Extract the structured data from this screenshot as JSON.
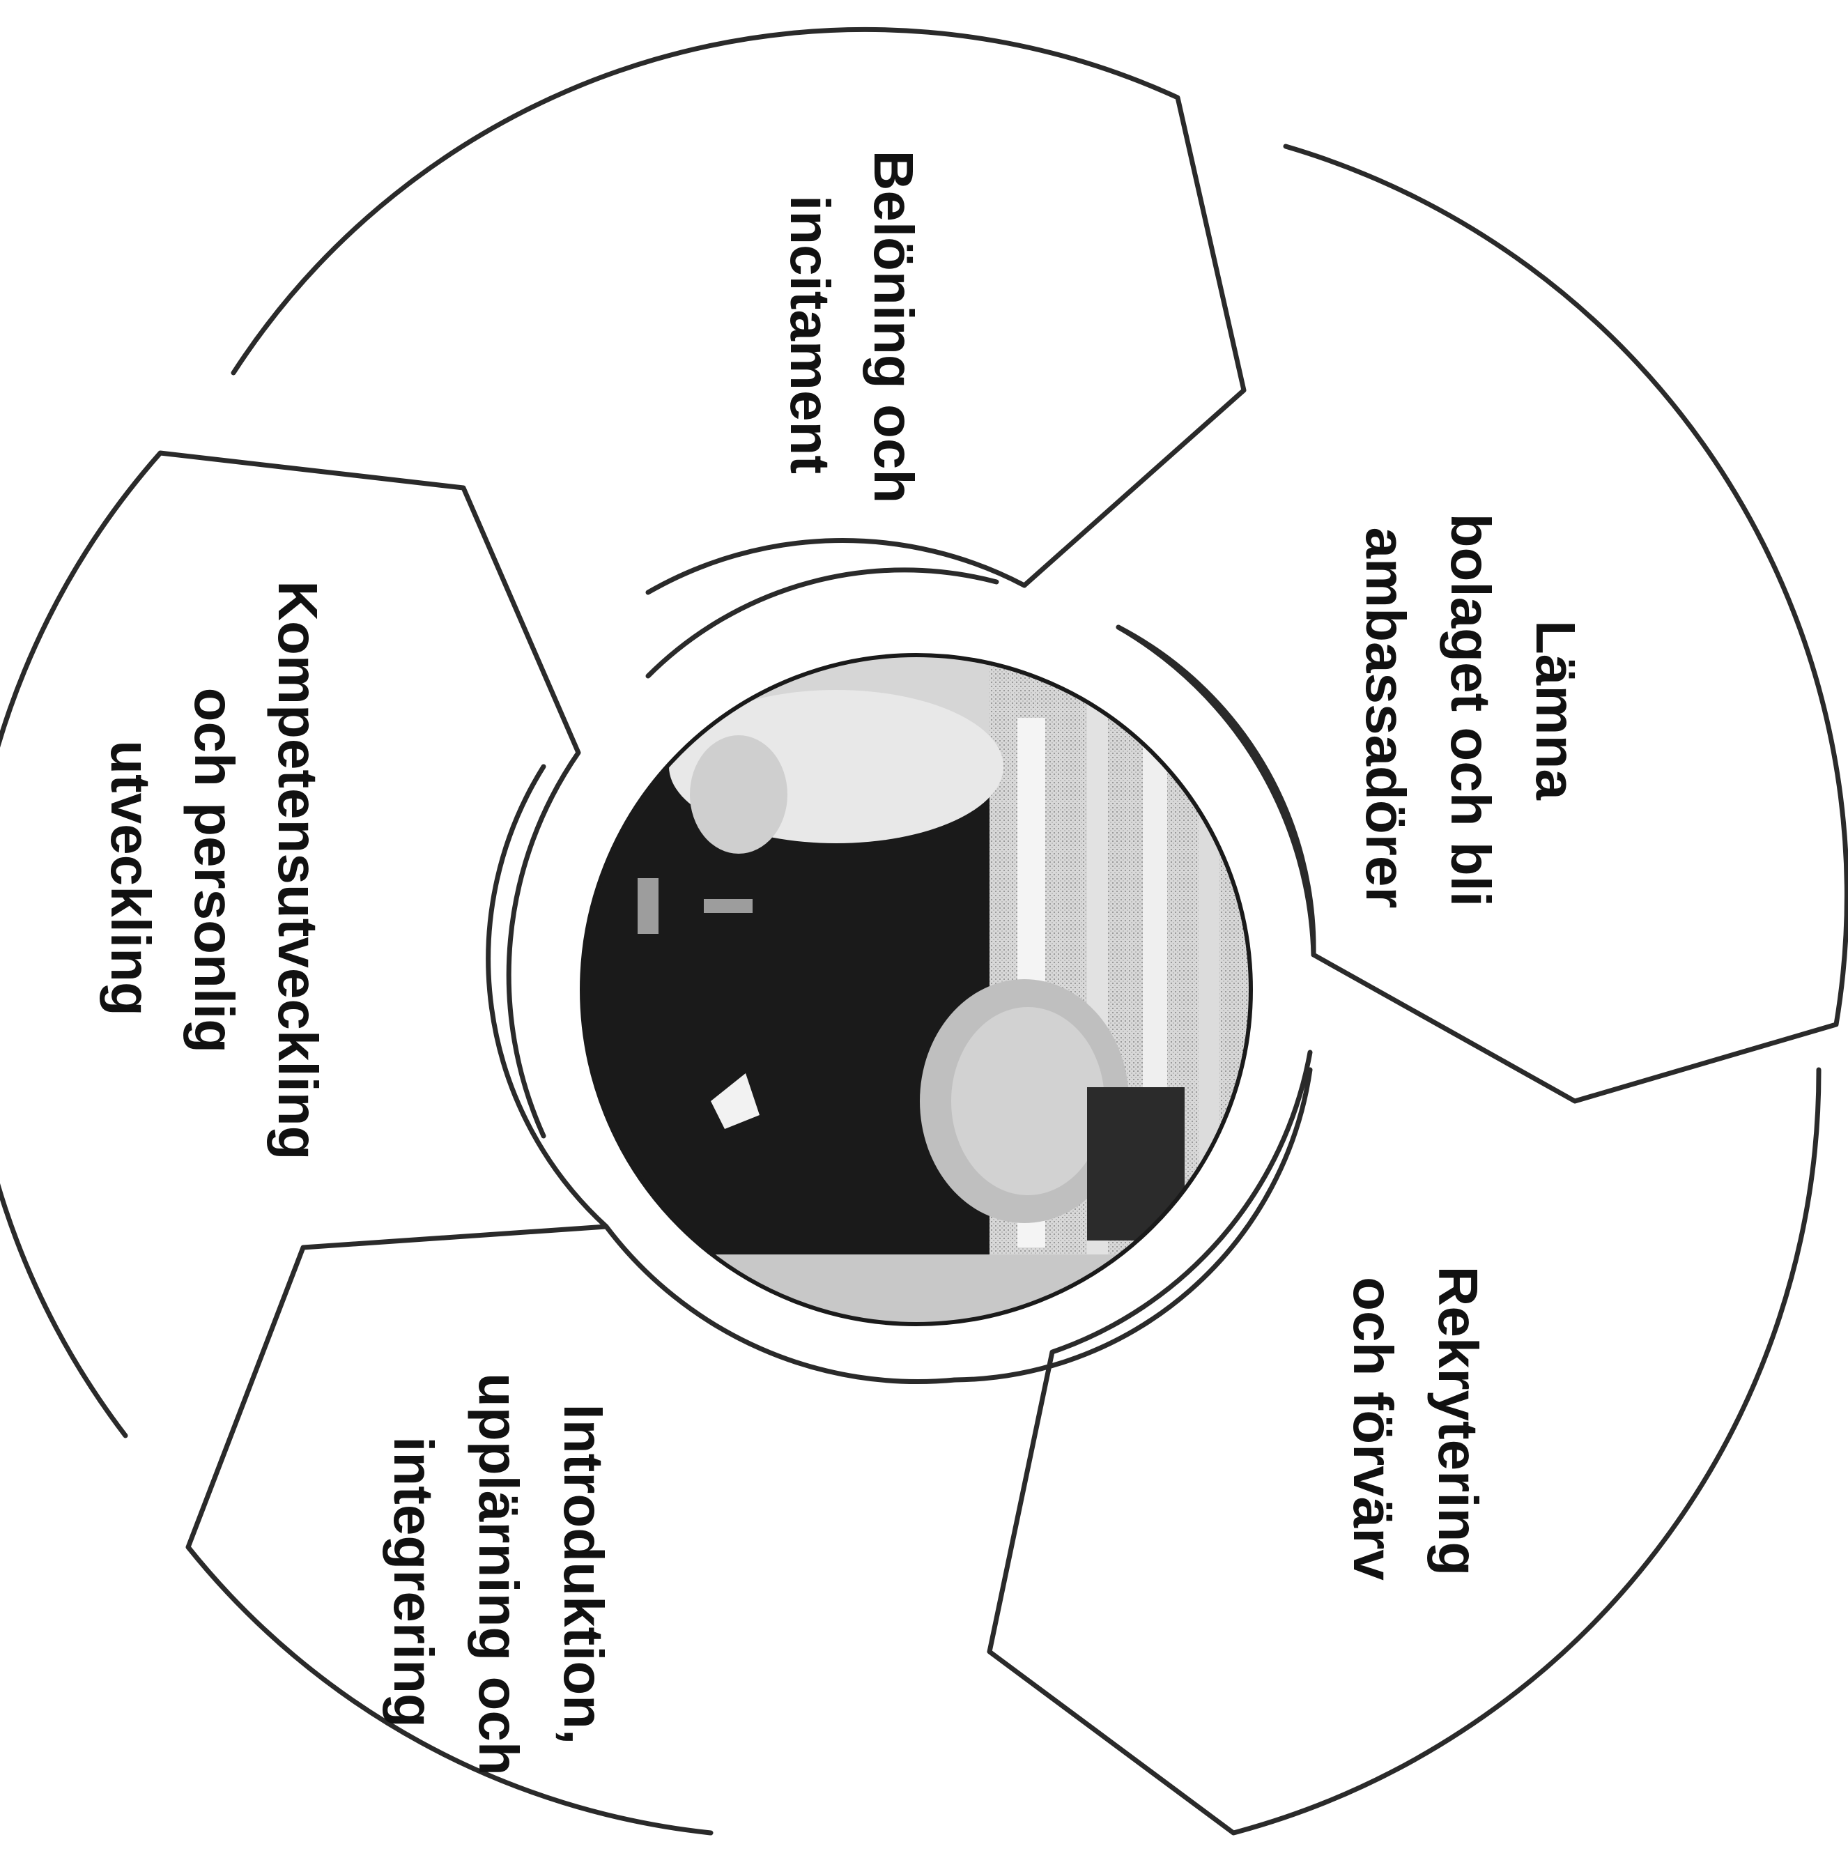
{
  "diagram": {
    "segments": [
      {
        "id": "lamna",
        "lines": [
          "Lämna",
          "bolaget och bli",
          "ambassadörer"
        ]
      },
      {
        "id": "rekrytering",
        "lines": [
          "Rekrytering",
          "och förvärv"
        ]
      },
      {
        "id": "introduktion",
        "lines": [
          "Introduktion,",
          "upplärning och",
          "integrering"
        ]
      },
      {
        "id": "kompetens",
        "lines": [
          "Kompetensutveckling",
          "och personlig",
          "utveckling"
        ]
      },
      {
        "id": "beloning",
        "lines": [
          "Belöning och",
          "incitament"
        ]
      }
    ],
    "center_image": "photo-two-people-at-desk"
  }
}
